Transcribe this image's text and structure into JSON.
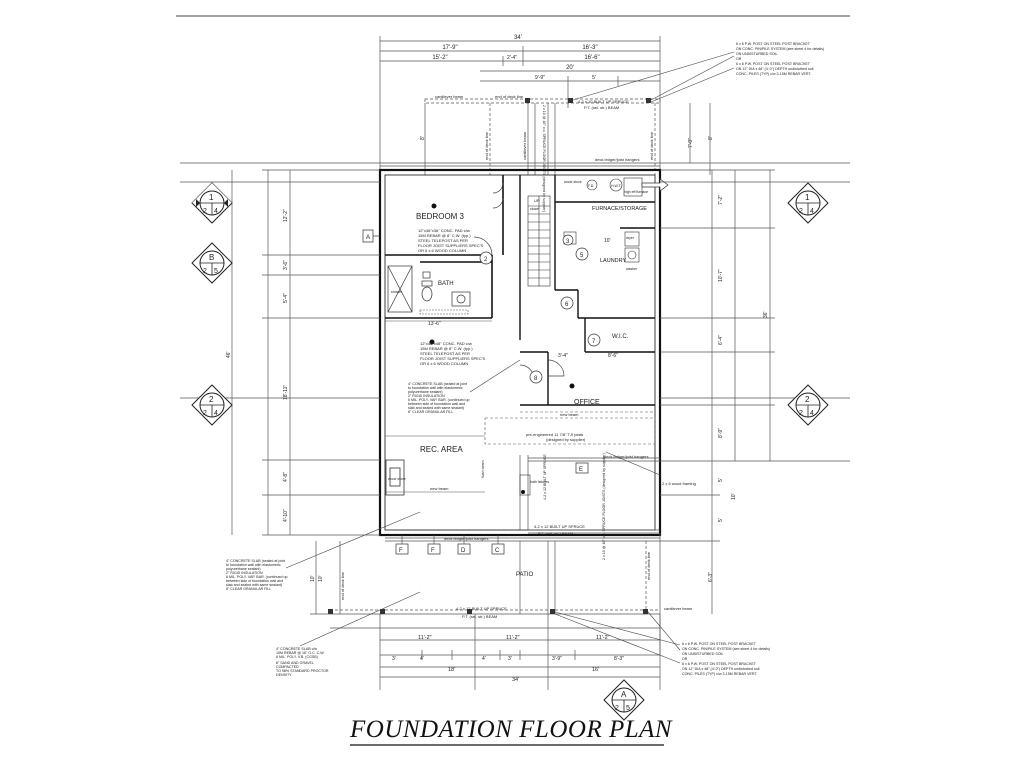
{
  "title": "FOUNDATION FLOOR PLAN",
  "rooms": {
    "bedroom": "BEDROOM 3",
    "bath": "BATH",
    "laundry": "LAUNDRY",
    "furnace": "FURNACE/STORAGE",
    "wic": "W.I.C.",
    "office": "OFFICE",
    "rec": "REC. AREA",
    "patio": "PATIO"
  },
  "dimensions": {
    "overall_top": "34'",
    "top_a": "17'-9\"",
    "top_b": "16'-3\"",
    "top_c": "15'-2\"",
    "top_d": "2'-4\"",
    "top_e": "16'-6\"",
    "top_f": "20'",
    "top_g": "9'-9\"",
    "top_h": "5'",
    "bed_width": "13'-6\"",
    "laundry_w": "10'",
    "wic_w": "8'-6\"",
    "office_dim": "3'-4\"",
    "left_a": "12'-2\"",
    "left_b": "3'-6\"",
    "left_c": "5'-4\"",
    "left_total": "46'",
    "left_d": "18'-11\"",
    "left_e": "4'-8\"",
    "left_f": "4'-10\"",
    "left_g": "10'",
    "right_a": "7'-2\"",
    "right_b": "10'-7\"",
    "right_c": "6'-4\"",
    "right_d": "8'-9\"",
    "right_total": "36'",
    "right_e": "5'",
    "right_f": "5'",
    "right_g": "10'",
    "right_h": "6'-3\"",
    "top_right_8": "8'",
    "top_right_79": "7'-9\"",
    "top_left_8": "8'",
    "bottom_a": "11'-2\"",
    "bottom_b": "11'-2\"",
    "bottom_c": "11'-2\"",
    "bottom_3a": "3'",
    "bottom_4a": "4'",
    "bottom_4b": "4'",
    "bottom_3b": "3'",
    "bottom_39": "3'-9\"",
    "bottom_83": "8'-3\"",
    "bottom_18": "18'",
    "bottom_16": "16'",
    "bottom_34": "34'",
    "bottom_left_10": "10'"
  },
  "labels": {
    "deck_ledger_top": "deck ledger/joist hangers",
    "deck_ledger_bottom": "deck ledger/joist hangers",
    "built_up_top": "4-2 x 10 BUILT UP SPRUCE",
    "beam_top": "P.T. (sel. str.) BEAM",
    "built_up_mid": "4-2 x 12 BUILT UP SPRUCE",
    "beam_mid": "P.T. (sel. str.) BEAM",
    "built_up_bot": "4-2 x 12 BUILT UP SPRUCE",
    "beam_bot": "P.T. (sel. str.) BEAM",
    "end_deck_line": "end of deck line",
    "cantilever_beam": "cantilever beam",
    "joist_pre": "pre-engineered 11 7/8\" TJI joists",
    "joist_supplier": "(designed by supplier)",
    "wood_framing": "2 x 6 wood framing",
    "flush_beam": "flush beam",
    "new_beam": "new beam",
    "bath_fixtures": "bath fixtures",
    "wood_stove": "wood stove",
    "stairs_up": "UP",
    "high_eff_furnace": "high eff furnace",
    "floor_drain": "F.D.",
    "hot_water": "H.W.T.",
    "dryer": "dryer",
    "washer": "washer",
    "shower": "shower",
    "closet": "closet",
    "pad1_l1": "12\"x36\"x36\" CONC. PAD c/w",
    "pad1_l2": "15M REBAR @ 8\" C.W. (typ.)",
    "pad1_l3": "STEEL TELEPOST AS PER",
    "pad1_l4": "FLOOR JOIST SUPPLIERS SPEC'S",
    "pad1_l5": "OR 6 x 6 WOOD COLUMN",
    "pad2_l1": "12\"x48\"x48\" CONC. PAD c/w",
    "pad2_l2": "15M REBAR @ 8\" C.W. (typ.)",
    "pad2_l3": "STEEL TELEPOST AS PER",
    "pad2_l4": "FLOOR JOIST SUPPLIERS SPEC'S",
    "pad2_l5": "OR 6 x 6 WOOD COLUMN",
    "slab_l1": "4\" CONCRETE SLAB (sealed at joint",
    "slab_l2": "to foundation wall with elastomeric",
    "slab_l3": "polyurethane sealant)",
    "slab_l4": "2\" RIGID INSULATION",
    "slab_l5": "6 MIL. POLY. VAP. BAR. (continued up",
    "slab_l6": "between side of foundation wall and",
    "slab_l7": "slab and sealed with same sealant)",
    "slab_l8": "6\" CLEAR GRANULAR FILL",
    "slab2_l1": "4\" CONCRETE SLAB (sealed at joint",
    "slab2_l2": "to foundation wall with elastomeric",
    "slab2_l3": "polyurethane sealant)",
    "slab2_l4": "2\" RIGID INSULATION",
    "slab2_l5": "6 MIL. POLY. VAP. BAR. (continued up",
    "slab2_l6": "between side of foundation wall and",
    "slab2_l7": "slab and sealed with same sealant)",
    "slab2_l8": "6\" CLEAR GRANULAR FILL",
    "patio_l1": "4\" CONCRETE SLAB c/w",
    "patio_l2": "10M REBAR @ 16\" O.C. C.W.",
    "patio_l3": "6 MIL. POLY. V.B. (CGSB)",
    "patio_l4": "6\" SAND AND GRAVEL",
    "patio_l5": "COMPACTED",
    "patio_l6": "TO 98% STANDARD PROCTOR",
    "patio_l7": "DENSITY",
    "post_tr_l1": "6 x 6 P.W. POST ON STEEL POST BRACKET",
    "post_tr_l2": "ON CONC. PIN/PILE SYSTEM (see sheet 4 for details)",
    "post_tr_l3": "ON UNDISTURBED SOIL",
    "post_tr_l4": "OR",
    "post_tr_l5": "6 x 6 P.W. POST ON STEEL POST BRACKET",
    "post_tr_l6": "ON 12\" DIA x 48\" (4'-0\") DEPTH undisturbed soil",
    "post_tr_l7": "CONC. PILES (TYP) c/w 3-15M REBAR VERT.",
    "post_br_l1": "6 x 6 P.W. POST ON STEEL POST BRACKET",
    "post_br_l2": "ON CONC. PIN/PILE SYSTEM (see sheet 4 for details)",
    "post_br_l3": "ON UNDISTURBED SOIL",
    "post_br_l4": "OR",
    "post_br_l5": "6 x 6 P.W. POST ON STEEL POST BRACKET",
    "post_br_l6": "ON 12\" DIA x 48\" (4'-0\") DEPTH undisturbed soil",
    "post_br_l7": "CONC. PILES (TYP) c/w 3-15M REBAR VERT.",
    "joist_top_note": "2 x 10 @ 16\" o.c. SPRUCE FLOOR JOISTS (designed by supplier)",
    "joist_bot_note": "2 x 10 @ 16\" o.c. SPRUCE FLOOR JOISTS (designed by supplier)"
  },
  "tags": {
    "a": "A",
    "b": "B",
    "c": "C",
    "d": "D",
    "e": "E",
    "f": "F",
    "s1": "1",
    "s2": "2",
    "s3": "3",
    "s4": "4",
    "s5": "5",
    "s6": "6",
    "s7": "7",
    "s8": "8",
    "t1": "1",
    "t2": "2",
    "t3": "3"
  },
  "sections": [
    {
      "top": "1",
      "bl": "2",
      "br": "4"
    },
    {
      "top": "B",
      "bl": "2",
      "br": "5"
    },
    {
      "top": "2",
      "bl": "2",
      "br": "4"
    },
    {
      "top": "1",
      "bl": "2",
      "br": "4"
    },
    {
      "top": "2",
      "bl": "2",
      "br": "4"
    },
    {
      "top": "A",
      "bl": "2",
      "br": "5"
    }
  ]
}
